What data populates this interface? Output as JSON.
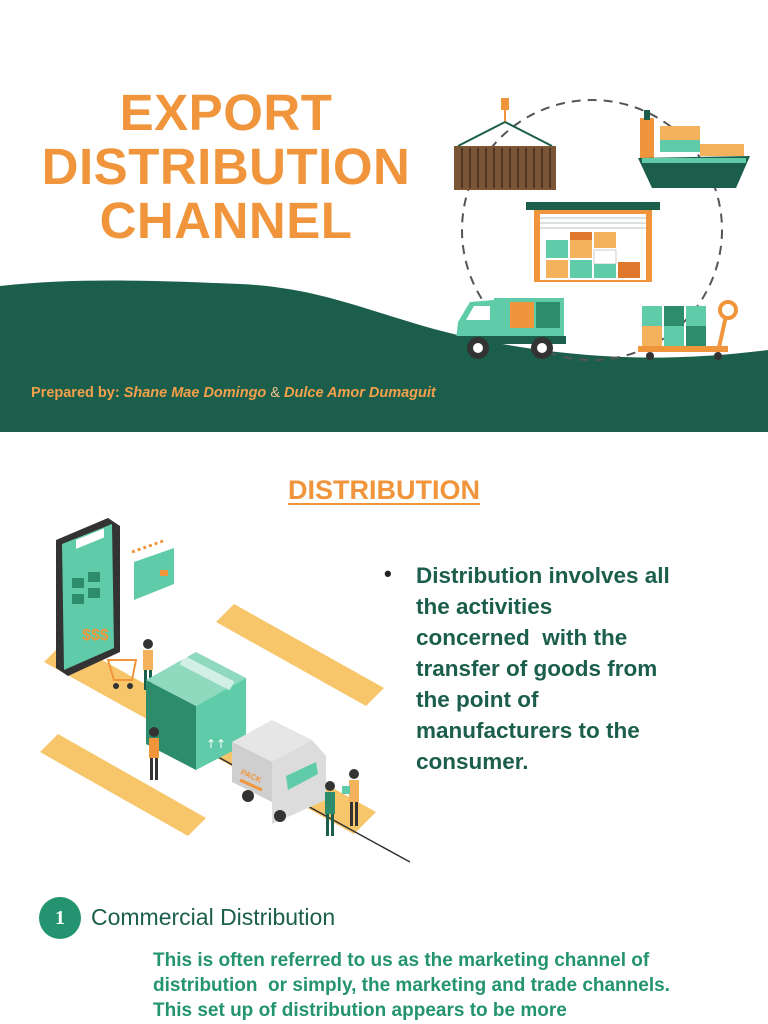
{
  "slide1": {
    "title_lines": [
      "EXPORT",
      "DISTRIBUTION",
      "CHANNEL"
    ],
    "prepared_label": "Prepared by:",
    "author1": "Shane Mae Domingo",
    "amp": "&",
    "author2": "Dulce Amor Dumaguit",
    "colors": {
      "orange": "#F0953B",
      "green": "#1B5E4B",
      "teal": "#5FCBA8"
    },
    "icons": [
      "crane-container-icon",
      "cargo-ship-icon",
      "warehouse-icon",
      "delivery-truck-icon",
      "pallet-jack-icon"
    ]
  },
  "slide2": {
    "heading": "DISTRIBUTION",
    "bullet_lines": [
      "Distribution involves all",
      "the activities",
      "concerned  with the",
      "transfer of goods from",
      "the point of",
      "manufacturers to the",
      "consumer."
    ],
    "section_number": "1",
    "section_title": "Commercial Distribution",
    "description_lines": [
      "This is often referred to us as the marketing channel of",
      "distribution  or simply, the marketing and trade channels.",
      "This set up of distribution appears to be more"
    ],
    "illustration": {
      "price_text": "$$$",
      "van_label": "PACK"
    },
    "colors": {
      "orange": "#F0953B",
      "dark_green": "#1B5E4B",
      "green": "#23946F"
    }
  }
}
